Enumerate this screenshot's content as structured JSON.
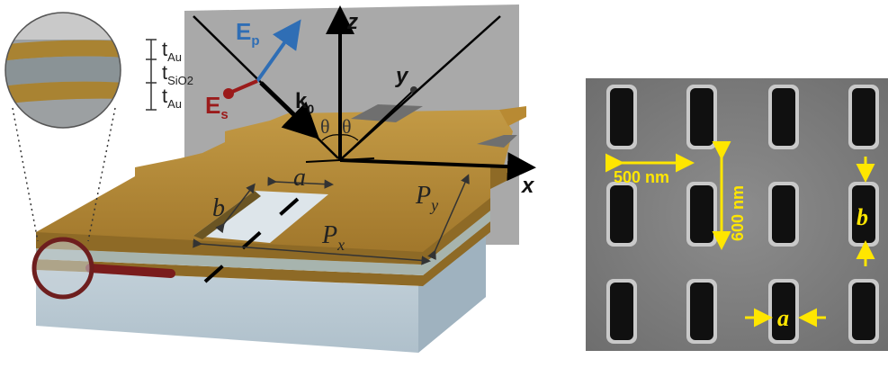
{
  "schematic": {
    "layer_labels": {
      "t": "t",
      "au": "Au",
      "sio2": "SiO2"
    },
    "field_labels": {
      "E": "E",
      "p_sub": "p",
      "s_sub": "s",
      "k": "k",
      "k_sub": "0"
    },
    "axes": {
      "x": "x",
      "y": "y",
      "z": "z"
    },
    "angles": {
      "theta": "θ"
    },
    "dims": {
      "a": "a",
      "b": "b",
      "P": "P",
      "px_sub": "x",
      "py_sub": "y"
    },
    "colors": {
      "gold": "#B88A33",
      "gold_dark": "#7E5C1E",
      "glass": "#B7C7D1",
      "plane": "#8C8C8C",
      "ep_blue": "#2F6EB5",
      "es_red": "#9B1B1B"
    }
  },
  "sem": {
    "label_500": "500 nm",
    "label_600": "600 nm",
    "label_a": "a",
    "label_b": "b",
    "colors": {
      "annotation": "#FFE600",
      "background": "#7F7F7F",
      "hole": "#101010"
    }
  }
}
